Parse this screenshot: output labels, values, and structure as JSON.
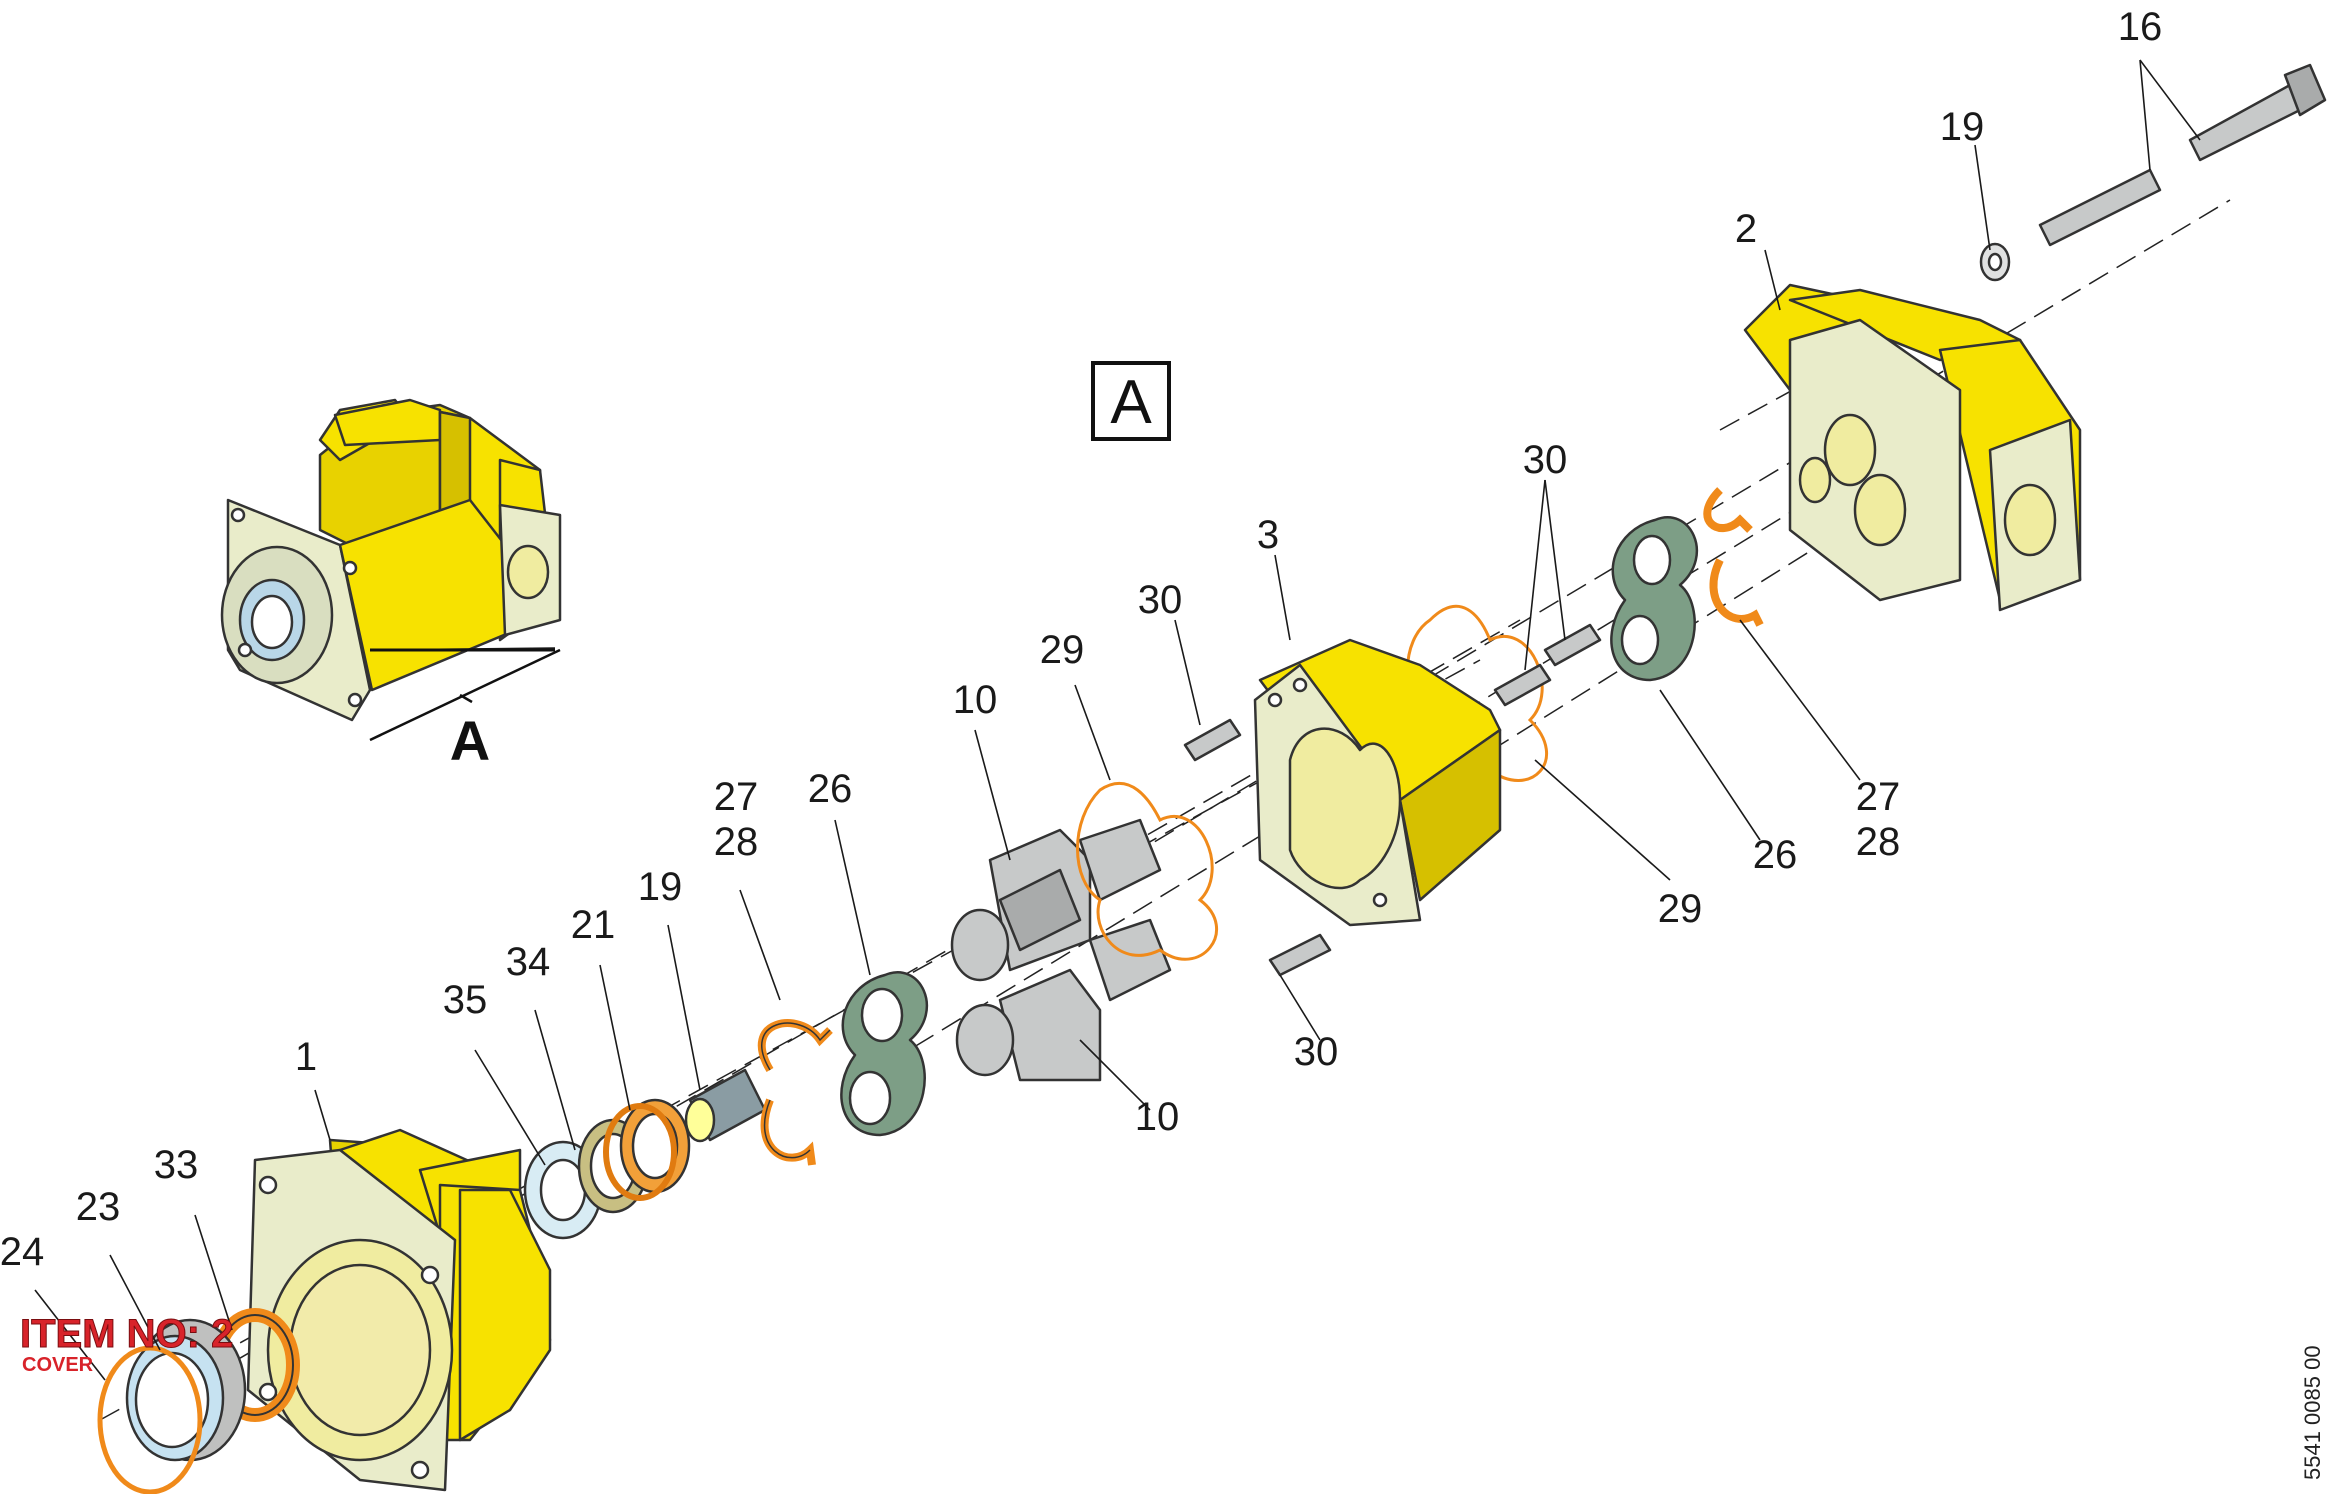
{
  "view_label": "A",
  "view_label_box": "A",
  "document_number": "5541 0085 00",
  "item_tag": {
    "title": "ITEM NO: 2",
    "subtitle": "COVER"
  },
  "callouts": [
    {
      "id": "c-16",
      "text": "16"
    },
    {
      "id": "c-19a",
      "text": "19"
    },
    {
      "id": "c-2",
      "text": "2"
    },
    {
      "id": "c-30a",
      "text": "30"
    },
    {
      "id": "c-3",
      "text": "3"
    },
    {
      "id": "c-30b",
      "text": "30"
    },
    {
      "id": "c-29a",
      "text": "29"
    },
    {
      "id": "c-10a",
      "text": "10"
    },
    {
      "id": "c-27a",
      "text": "27"
    },
    {
      "id": "c-28a",
      "text": "28"
    },
    {
      "id": "c-26a",
      "text": "26"
    },
    {
      "id": "c-19b",
      "text": "19"
    },
    {
      "id": "c-21",
      "text": "21"
    },
    {
      "id": "c-34",
      "text": "34"
    },
    {
      "id": "c-35",
      "text": "35"
    },
    {
      "id": "c-1",
      "text": "1"
    },
    {
      "id": "c-33",
      "text": "33"
    },
    {
      "id": "c-23",
      "text": "23"
    },
    {
      "id": "c-24",
      "text": "24"
    },
    {
      "id": "c-10b",
      "text": "10"
    },
    {
      "id": "c-30c",
      "text": "30"
    },
    {
      "id": "c-29b",
      "text": "29"
    },
    {
      "id": "c-26b",
      "text": "26"
    },
    {
      "id": "c-27b",
      "text": "27"
    },
    {
      "id": "c-28b",
      "text": "28"
    }
  ]
}
